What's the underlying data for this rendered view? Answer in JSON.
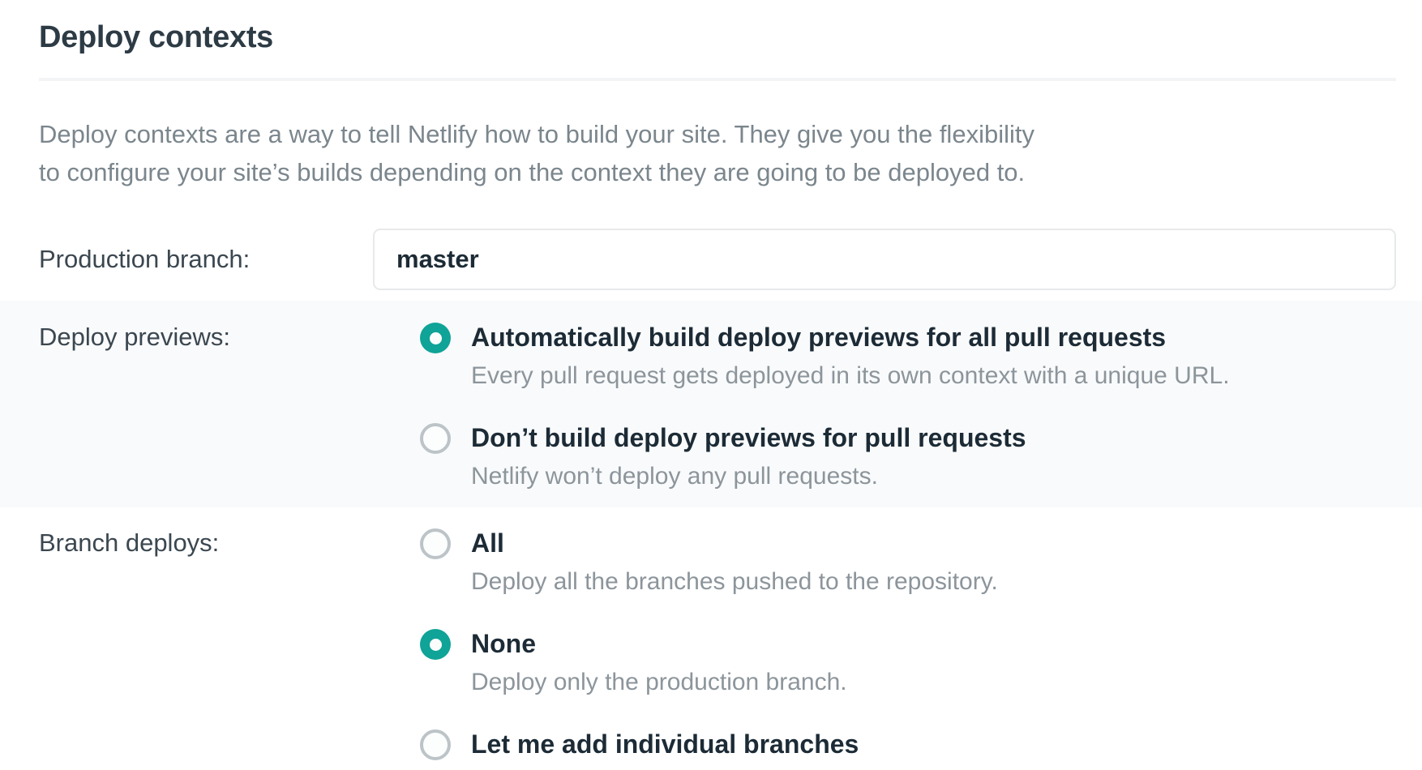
{
  "page": {
    "title": "Deploy contexts",
    "description": "Deploy contexts are a way to tell Netlify how to build your site. They give you the flexibility to configure your site’s builds depending on the context they are going to be deployed to."
  },
  "production_branch": {
    "label": "Production branch:",
    "value": "master"
  },
  "deploy_previews": {
    "label": "Deploy previews:",
    "options": [
      {
        "label": "Automatically build deploy previews for all pull requests",
        "description": "Every pull request gets deployed in its own context with a unique URL.",
        "selected": true
      },
      {
        "label": "Don’t build deploy previews for pull requests",
        "description": "Netlify won’t deploy any pull requests.",
        "selected": false
      }
    ]
  },
  "branch_deploys": {
    "label": "Branch deploys:",
    "options": [
      {
        "label": "All",
        "description": "Deploy all the branches pushed to the repository.",
        "selected": false
      },
      {
        "label": "None",
        "description": "Deploy only the production branch.",
        "selected": true
      },
      {
        "label": "Let me add individual branches",
        "description": "",
        "selected": false
      }
    ]
  },
  "colors": {
    "accent_teal": "#10a397",
    "band_background": "#f9fafb",
    "heading_text": "#2d3b45",
    "muted_text": "#7b868d"
  }
}
